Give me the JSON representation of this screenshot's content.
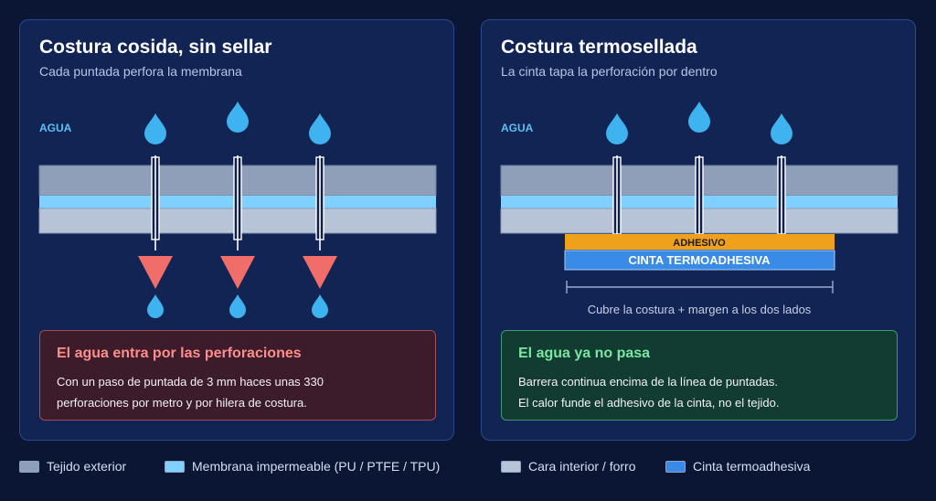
{
  "panels": {
    "left": {
      "title": "Costura cosida, sin sellar",
      "subtitle": "Cada puntada perfora la membrana",
      "water_label": "AGUA",
      "note": {
        "title": "El agua entra por las perforaciones",
        "line1": "Con un paso de puntada de 3 mm haces unas 330",
        "line2": "perforaciones por metro y por hilera de costura."
      }
    },
    "right": {
      "title": "Costura termosellada",
      "subtitle": "La cinta tapa la perforación por dentro",
      "water_label": "AGUA",
      "adhesive_label": "ADHESIVO",
      "tape_label": "CINTA TERMOADHESIVA",
      "coverage_label": "Cubre la costura + margen a los dos lados",
      "note": {
        "title": "El agua ya no pasa",
        "line1": "Barrera continua encima de la línea de puntadas.",
        "line2": "El calor funde el adhesivo de la cinta, no el tejido."
      }
    }
  },
  "legend": [
    {
      "label": "Tejido exterior",
      "color": "#8f9fb9"
    },
    {
      "label": "Membrana impermeable (PU / PTFE / TPU)",
      "color": "#7fd0ff"
    },
    {
      "label": "Cara interior / forro",
      "color": "#b7c4d8"
    },
    {
      "label": "Cinta termoadhesiva",
      "color": "#3a8ae8"
    }
  ],
  "colors": {
    "background": "#0a1633",
    "panel": "#112453",
    "water_drop": "#3fb2f0",
    "leak_arrow": "#f16d6a",
    "adhesive": "#f0a11c",
    "tape": "#3a8ae8"
  }
}
